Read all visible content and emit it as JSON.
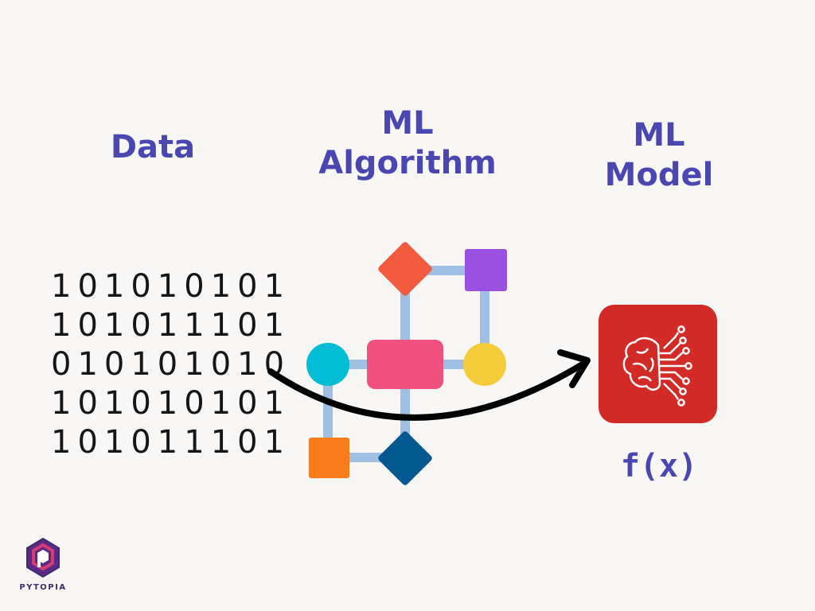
{
  "headings": {
    "data": "Data",
    "algorithm_line1": "ML",
    "algorithm_line2": "Algorithm",
    "model_line1": "ML",
    "model_line2": "Model"
  },
  "binary_rows": [
    "101010101",
    "101011101",
    "010101010",
    "101010101",
    "101011101"
  ],
  "model_function_label": "f(x)",
  "brand": {
    "name": "PYTOPIA",
    "logo_icon": "hexagon-p-logo-icon"
  },
  "icons": {
    "algorithm": "flowchart-network-icon",
    "model": "brain-circuit-icon",
    "arrow": "curved-arrow-icon"
  },
  "colors": {
    "background": "#f9f7f6",
    "heading_text": "#4a47b3",
    "binary_text": "#161616",
    "connector": "#9fc0e3",
    "diamond_top": "#f45c3f",
    "square_purple": "#9b51e0",
    "circle_cyan": "#00bcd4",
    "rect_pink": "#f1517f",
    "circle_yellow": "#f4cc3b",
    "square_orange": "#fb7c1b",
    "diamond_blue": "#03588f",
    "model_tile": "#d22a26",
    "arrow": "#000000"
  }
}
